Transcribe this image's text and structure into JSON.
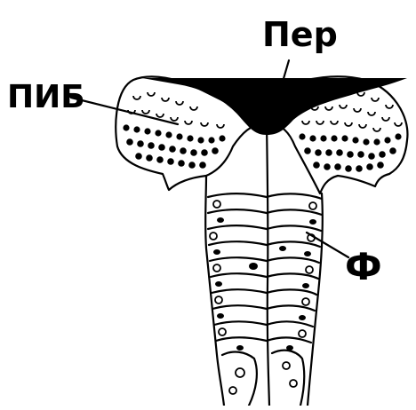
{
  "labels": {
    "per": "Пер",
    "pib": "ПИБ",
    "f": "Ф"
  },
  "colors": {
    "ink": "#000000",
    "paper": "#ffffff"
  }
}
